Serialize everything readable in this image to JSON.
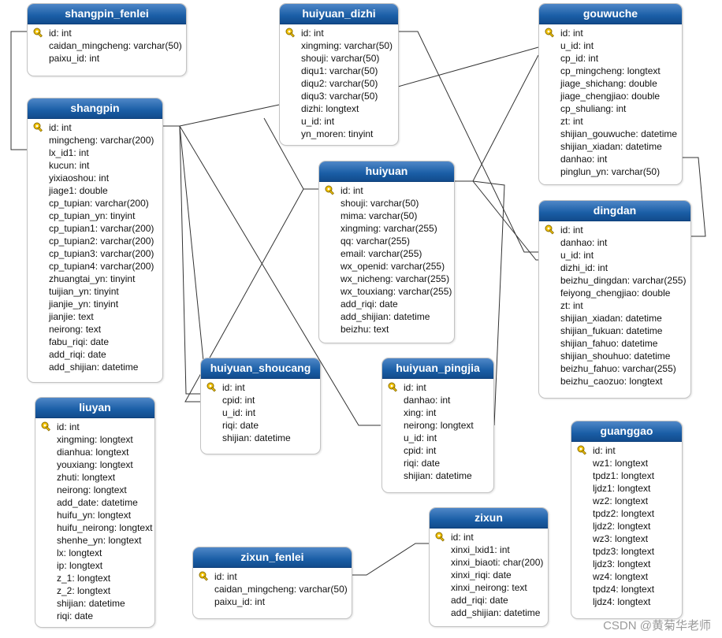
{
  "tables": [
    {
      "name": "shangpin_fenlei",
      "fields": [
        "id: int",
        "caidan_mingcheng: varchar(50)",
        "paixu_id: int"
      ]
    },
    {
      "name": "huiyuan_dizhi",
      "fields": [
        "id: int",
        "xingming: varchar(50)",
        "shouji: varchar(50)",
        "diqu1: varchar(50)",
        "diqu2: varchar(50)",
        "diqu3: varchar(50)",
        "dizhi: longtext",
        "u_id: int",
        "yn_moren: tinyint"
      ]
    },
    {
      "name": "gouwuche",
      "fields": [
        "id: int",
        "u_id: int",
        "cp_id: int",
        "cp_mingcheng: longtext",
        "jiage_shichang: double",
        "jiage_chengjiao: double",
        "cp_shuliang: int",
        "zt: int",
        "shijian_gouwuche: datetime",
        "shijian_xiadan: datetime",
        "danhao: int",
        "pinglun_yn: varchar(50)"
      ]
    },
    {
      "name": "shangpin",
      "fields": [
        "id: int",
        "mingcheng: varchar(200)",
        "lx_id1: int",
        "kucun: int",
        "yixiaoshou: int",
        "jiage1: double",
        "cp_tupian: varchar(200)",
        "cp_tupian_yn: tinyint",
        "cp_tupian1: varchar(200)",
        "cp_tupian2: varchar(200)",
        "cp_tupian3: varchar(200)",
        "cp_tupian4: varchar(200)",
        "zhuangtai_yn: tinyint",
        "tuijian_yn: tinyint",
        "jianjie_yn: tinyint",
        "jianjie: text",
        "neirong: text",
        "fabu_riqi: date",
        "add_riqi: date",
        "add_shijian: datetime"
      ]
    },
    {
      "name": "huiyuan",
      "fields": [
        "id: int",
        "shouji: varchar(50)",
        "mima: varchar(50)",
        "xingming: varchar(255)",
        "qq: varchar(255)",
        "email: varchar(255)",
        "wx_openid: varchar(255)",
        "wx_nicheng: varchar(255)",
        "wx_touxiang: varchar(255)",
        "add_riqi: date",
        "add_shijian: datetime",
        "beizhu: text"
      ]
    },
    {
      "name": "dingdan",
      "fields": [
        "id: int",
        "danhao: int",
        "u_id: int",
        "dizhi_id: int",
        "beizhu_dingdan: varchar(255)",
        "feiyong_chengjiao: double",
        "zt: int",
        "shijian_xiadan: datetime",
        "shijian_fukuan: datetime",
        "shijian_fahuo: datetime",
        "shijian_shouhuo: datetime",
        "beizhu_fahuo: varchar(255)",
        "beizhu_caozuo: longtext"
      ]
    },
    {
      "name": "huiyuan_shoucang",
      "fields": [
        "id: int",
        "cpid: int",
        "u_id: int",
        "riqi: date",
        "shijian: datetime"
      ]
    },
    {
      "name": "huiyuan_pingjia",
      "fields": [
        "id: int",
        "danhao: int",
        "xing: int",
        "neirong: longtext",
        "u_id: int",
        "cpid: int",
        "riqi: date",
        "shijian: datetime"
      ]
    },
    {
      "name": "liuyan",
      "fields": [
        "id: int",
        "xingming: longtext",
        "dianhua: longtext",
        "youxiang: longtext",
        "zhuti: longtext",
        "neirong: longtext",
        "add_date: datetime",
        "huifu_yn: longtext",
        "huifu_neirong: longtext",
        "shenhe_yn: longtext",
        "lx: longtext",
        "ip: longtext",
        "z_1: longtext",
        "z_2: longtext",
        "shijian: datetime",
        "riqi: date"
      ]
    },
    {
      "name": "guanggao",
      "fields": [
        "id: int",
        "wz1: longtext",
        "tpdz1: longtext",
        "ljdz1: longtext",
        "wz2: longtext",
        "tpdz2: longtext",
        "ljdz2: longtext",
        "wz3: longtext",
        "tpdz3: longtext",
        "ljdz3: longtext",
        "wz4: longtext",
        "tpdz4: longtext",
        "ljdz4: longtext"
      ]
    },
    {
      "name": "zixun",
      "fields": [
        "id: int",
        "xinxi_lxid1: int",
        "xinxi_biaoti: char(200)",
        "xinxi_riqi: date",
        "xinxi_neirong: text",
        "add_riqi: date",
        "add_shijian: datetime"
      ]
    },
    {
      "name": "zixun_fenlei",
      "fields": [
        "id: int",
        "caidan_mingcheng: varchar(50)",
        "paixu_id: int"
      ]
    }
  ],
  "colors": {
    "header_top": "#4f87c7",
    "header_bottom": "#124b8c",
    "line": "#333333",
    "key": "#f2c200"
  },
  "icons": {
    "primary_key": "key-icon"
  },
  "watermark": "CSDN @黄菊华老师"
}
